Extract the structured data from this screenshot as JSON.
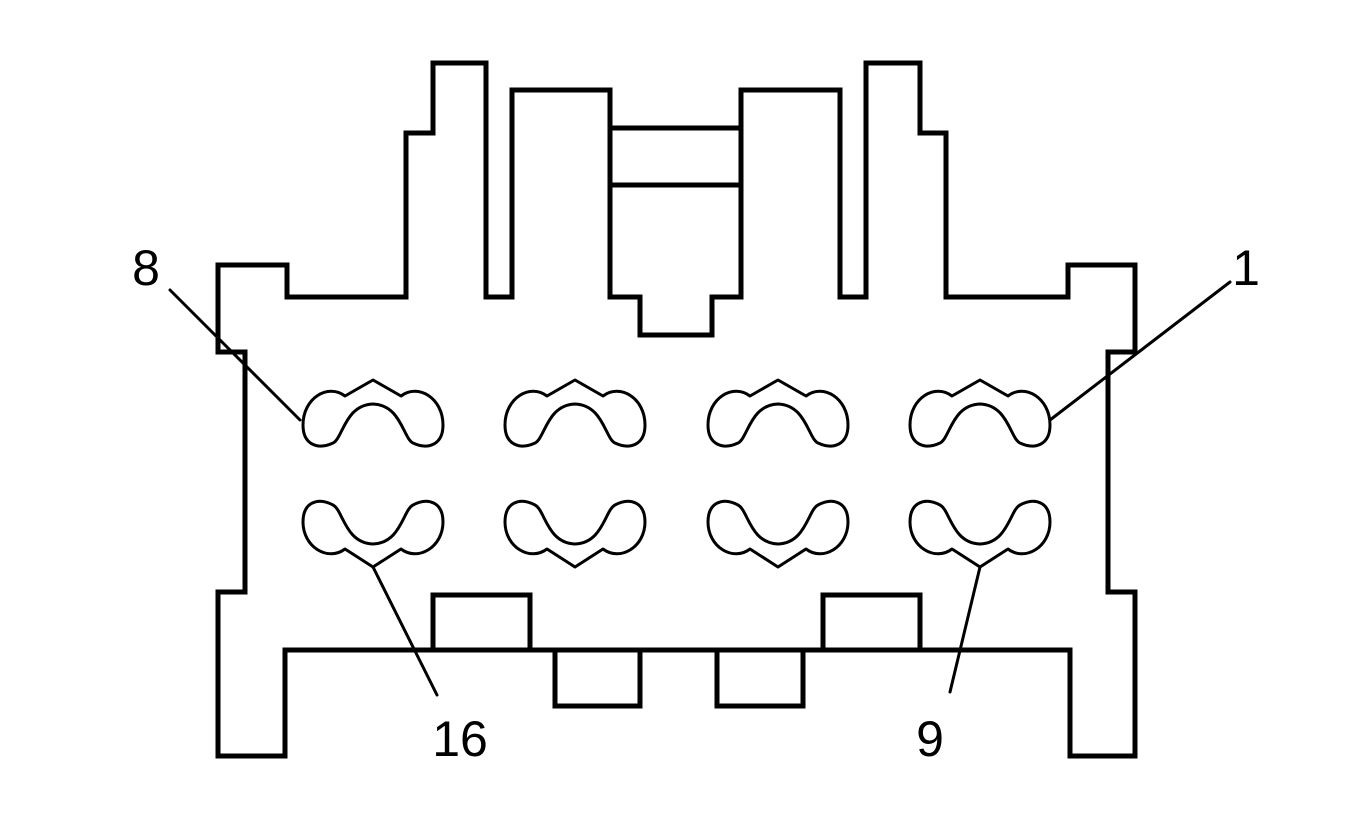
{
  "colors": {
    "background": "#ffffff",
    "stroke": "#000000"
  },
  "labels": {
    "pin_8": "8",
    "pin_1": "1",
    "pin_16": "16",
    "pin_9": "9"
  }
}
